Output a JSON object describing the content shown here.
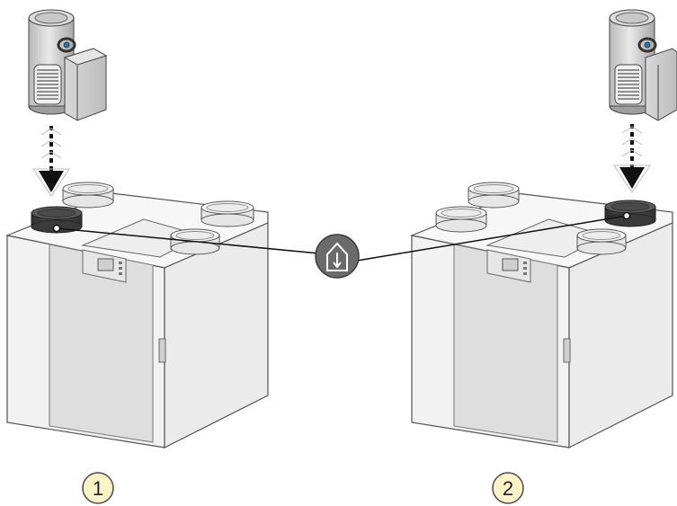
{
  "units": [
    {
      "id": "unit-1",
      "number_label": "1"
    },
    {
      "id": "unit-2",
      "number_label": "2"
    }
  ],
  "connector_icon": "insulated-duct-arrow-down-icon",
  "heater_icon": "duct-preheater-coil-icon",
  "insert_arrow_icon": "dashed-insert-arrow-down-icon",
  "colors": {
    "badge_fill": "#fdf3c8",
    "badge_stroke": "#4a4a4a",
    "connector_badge": "#6b6b6b",
    "duct_collar_dark": "#3b3b3b",
    "unit_body": "#f4f4f4",
    "unit_front_panel": "#e2e2e2",
    "outline": "#555555"
  }
}
